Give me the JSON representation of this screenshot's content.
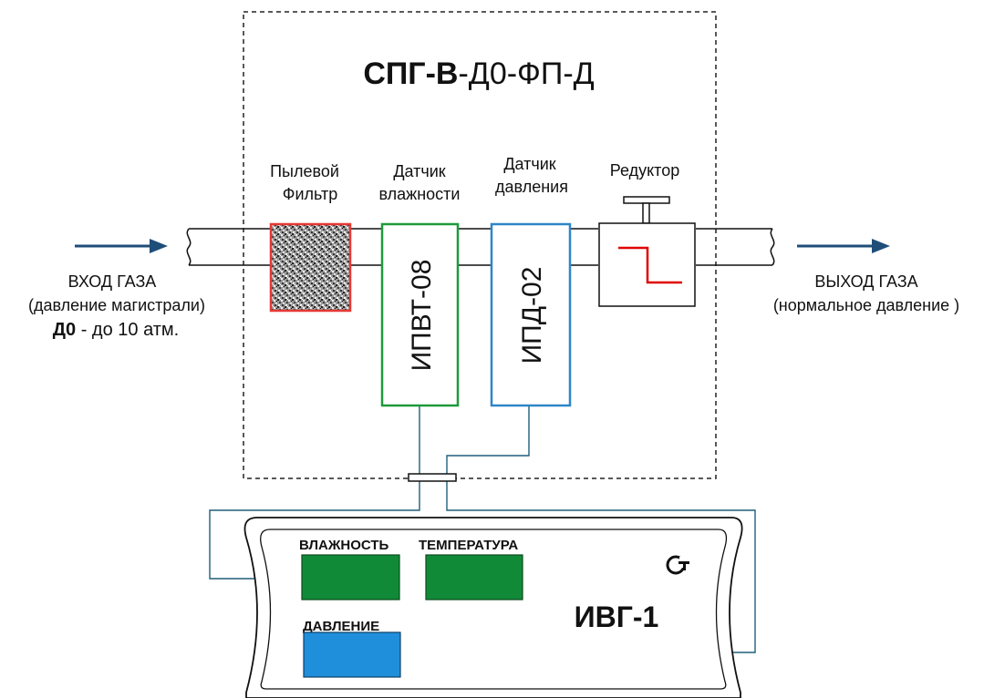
{
  "system": {
    "title_bold": "СПГ-В",
    "title_rest": "-Д0-ФП-Д"
  },
  "components": {
    "filter": {
      "line1": "Пылевой",
      "line2": "Фильтр"
    },
    "humidity_sensor": {
      "line1": "Датчик",
      "line2": "влажности",
      "device": "ИПВТ-08"
    },
    "pressure_sensor": {
      "line1": "Датчик",
      "line2": "давления",
      "device": "ИПД-02"
    },
    "reducer": {
      "label": "Редуктор"
    }
  },
  "inlet": {
    "line1": "ВХОД ГАЗА",
    "line2": "(давление магистрали)",
    "line3_bold": "Д0",
    "line3_rest": " - до 10 атм."
  },
  "outlet": {
    "line1": "ВЫХОД ГАЗА",
    "line2": "(нормальное давление )"
  },
  "device": {
    "name": "ИВГ-1",
    "humidity_label": "ВЛАЖНОСТЬ",
    "temperature_label": "ТЕМПЕРАТУРА",
    "pressure_label": "ДАВЛЕНИЕ"
  },
  "colors": {
    "flow_arrow": "#1f4e79",
    "filter_border": "#e53935",
    "humidity_sensor_border": "#1e9a3c",
    "pressure_sensor_border": "#2e86c8",
    "display_green": "#118a38",
    "display_blue": "#1f8fdb",
    "signal_line": "#1f5f7a",
    "reducer_graph": "#e00000"
  }
}
